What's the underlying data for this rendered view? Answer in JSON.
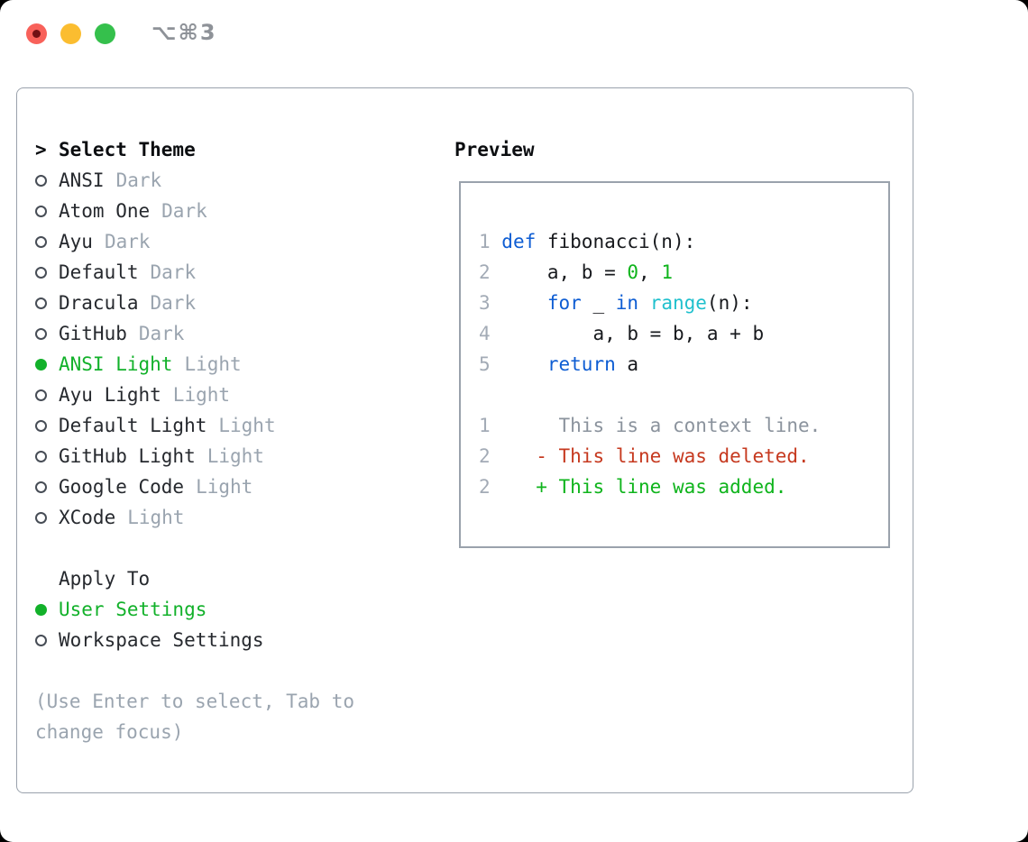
{
  "window": {
    "title": "⌥⌘3",
    "traffic_lights": [
      "close",
      "minimize",
      "zoom"
    ]
  },
  "theme_menu": {
    "prompt": ">",
    "title": "Select Theme",
    "items": [
      {
        "name": "ANSI",
        "variant": "Dark",
        "selected": false
      },
      {
        "name": "Atom One",
        "variant": "Dark",
        "selected": false
      },
      {
        "name": "Ayu",
        "variant": "Dark",
        "selected": false
      },
      {
        "name": "Default",
        "variant": "Dark",
        "selected": false
      },
      {
        "name": "Dracula",
        "variant": "Dark",
        "selected": false
      },
      {
        "name": "GitHub",
        "variant": "Dark",
        "selected": false
      },
      {
        "name": "ANSI Light",
        "variant": "Light",
        "selected": true
      },
      {
        "name": "Ayu Light",
        "variant": "Light",
        "selected": false
      },
      {
        "name": "Default Light",
        "variant": "Light",
        "selected": false
      },
      {
        "name": "GitHub Light",
        "variant": "Light",
        "selected": false
      },
      {
        "name": "Google Code",
        "variant": "Light",
        "selected": false
      },
      {
        "name": "XCode",
        "variant": "Light",
        "selected": false
      }
    ]
  },
  "apply_to": {
    "title": "Apply To",
    "items": [
      {
        "name": "User Settings",
        "selected": true
      },
      {
        "name": "Workspace Settings",
        "selected": false
      }
    ]
  },
  "help": {
    "line1": "(Use Enter to select, Tab to",
    "line2": "change focus)"
  },
  "preview": {
    "title": "Preview",
    "lines": [
      {
        "segments": [
          {
            "style": "num",
            "text": "1 "
          },
          {
            "style": "kw",
            "text": "def"
          },
          {
            "style": "plain",
            "text": " fibonacci(n):"
          }
        ]
      },
      {
        "segments": [
          {
            "style": "num",
            "text": "2 "
          },
          {
            "style": "plain",
            "text": "    a, b = "
          },
          {
            "style": "lit",
            "text": "0"
          },
          {
            "style": "plain",
            "text": ", "
          },
          {
            "style": "lit",
            "text": "1"
          }
        ]
      },
      {
        "segments": [
          {
            "style": "num",
            "text": "3 "
          },
          {
            "style": "plain",
            "text": "    "
          },
          {
            "style": "kw",
            "text": "for"
          },
          {
            "style": "plain",
            "text": " _ "
          },
          {
            "style": "kw",
            "text": "in"
          },
          {
            "style": "plain",
            "text": " "
          },
          {
            "style": "fn",
            "text": "range"
          },
          {
            "style": "plain",
            "text": "(n):"
          }
        ]
      },
      {
        "segments": [
          {
            "style": "num",
            "text": "4 "
          },
          {
            "style": "plain",
            "text": "        a, b = b, a + b"
          }
        ]
      },
      {
        "segments": [
          {
            "style": "num",
            "text": "5 "
          },
          {
            "style": "plain",
            "text": "    "
          },
          {
            "style": "kw",
            "text": "return"
          },
          {
            "style": "plain",
            "text": " a"
          }
        ]
      },
      {
        "segments": []
      },
      {
        "segments": [
          {
            "style": "num",
            "text": "1 "
          },
          {
            "style": "ctx",
            "text": "     This is a context line."
          }
        ]
      },
      {
        "segments": [
          {
            "style": "num",
            "text": "2 "
          },
          {
            "style": "del",
            "text": "   - This line was deleted."
          }
        ]
      },
      {
        "segments": [
          {
            "style": "num",
            "text": "2 "
          },
          {
            "style": "add",
            "text": "   + This line was added."
          }
        ]
      }
    ]
  },
  "colors": {
    "accent_green": "#12b12a",
    "keyword_blue": "#0e5dd3",
    "function_cyan": "#1fc0cd",
    "literal_green": "#0fb41c",
    "added_green": "#0fb41c",
    "deleted_red": "#c6391f",
    "context_gray": "#8b939d",
    "line_number_gray": "#a3abb6",
    "muted_gray": "#9aa4af",
    "text_dark": "#26292e",
    "code_dark": "#17191d",
    "border_gray": "#9aa2ac",
    "traffic_red": "#f8615a",
    "traffic_yellow": "#fbbd30",
    "traffic_green": "#35c04c",
    "title_gray": "#8e9298"
  }
}
